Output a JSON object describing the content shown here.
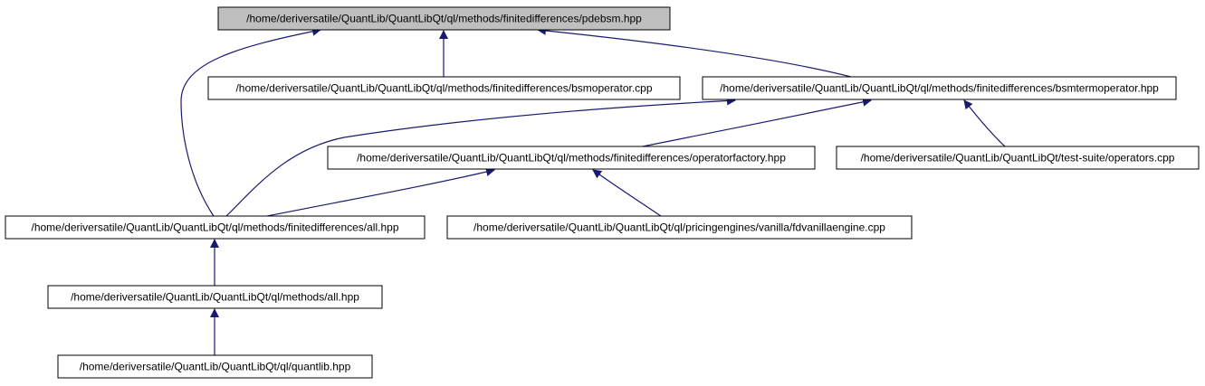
{
  "diagram": {
    "colors": {
      "edge": "#191970",
      "root_fill": "#bfbfbf",
      "node_fill": "#ffffff"
    },
    "nodes": [
      {
        "id": "pdebsm",
        "label": "/home/deriversatile/QuantLib/QuantLibQt/ql/methods/finitedifferences/pdebsm.hpp",
        "root": true
      },
      {
        "id": "bsmoperator",
        "label": "/home/deriversatile/QuantLib/QuantLibQt/ql/methods/finitedifferences/bsmoperator.cpp"
      },
      {
        "id": "bsmtermoperator",
        "label": "/home/deriversatile/QuantLib/QuantLibQt/ql/methods/finitedifferences/bsmtermoperator.hpp"
      },
      {
        "id": "operatorfactory",
        "label": "/home/deriversatile/QuantLib/QuantLibQt/ql/methods/finitedifferences/operatorfactory.hpp"
      },
      {
        "id": "operators",
        "label": "/home/deriversatile/QuantLib/QuantLibQt/test-suite/operators.cpp"
      },
      {
        "id": "fdall",
        "label": "/home/deriversatile/QuantLib/QuantLibQt/ql/methods/finitedifferences/all.hpp"
      },
      {
        "id": "fdvanilla",
        "label": "/home/deriversatile/QuantLib/QuantLibQt/ql/pricingengines/vanilla/fdvanillaengine.cpp"
      },
      {
        "id": "methodsall",
        "label": "/home/deriversatile/QuantLib/QuantLibQt/ql/methods/all.hpp"
      },
      {
        "id": "quantlib",
        "label": "/home/deriversatile/QuantLib/QuantLibQt/ql/quantlib.hpp"
      }
    ],
    "edges": [
      {
        "from": "bsmoperator",
        "to": "pdebsm"
      },
      {
        "from": "bsmtermoperator",
        "to": "pdebsm"
      },
      {
        "from": "fdall",
        "to": "pdebsm"
      },
      {
        "from": "operatorfactory",
        "to": "bsmtermoperator"
      },
      {
        "from": "operators",
        "to": "bsmtermoperator"
      },
      {
        "from": "fdall",
        "to": "bsmtermoperator"
      },
      {
        "from": "fdall",
        "to": "operatorfactory"
      },
      {
        "from": "fdvanilla",
        "to": "operatorfactory"
      },
      {
        "from": "methodsall",
        "to": "fdall"
      },
      {
        "from": "quantlib",
        "to": "methodsall"
      }
    ]
  }
}
